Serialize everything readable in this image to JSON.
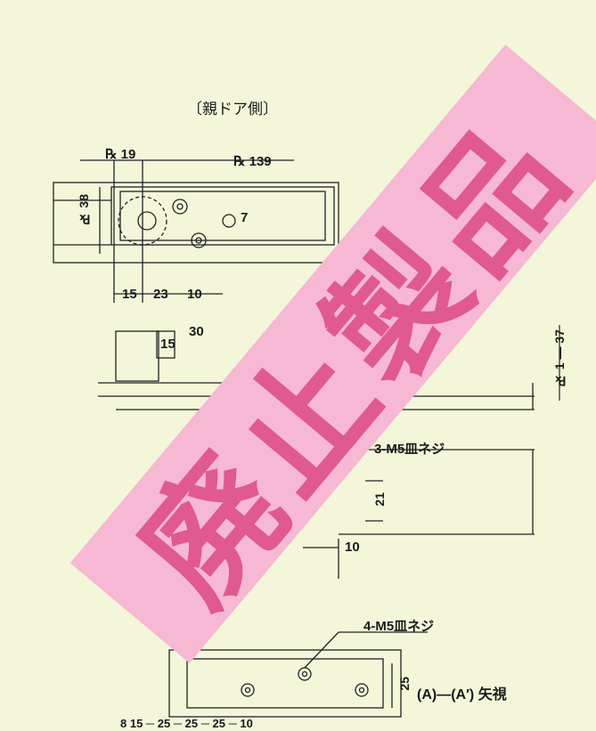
{
  "title": "〔親ドア側〕",
  "dims": {
    "p19": "℞ 19",
    "p139": "℞ 139",
    "p38": "℞ 38",
    "seven": "7",
    "fifteen": "15",
    "twentythree": "23",
    "ten": "10",
    "box15": "15",
    "thirty": "30",
    "screw3": "3-M5皿ネジ",
    "twentyone": "21",
    "ten_b": "10",
    "screw4": "4-M5皿ネジ",
    "twentyfive": "25",
    "p1_37": "℞ 1 — 37",
    "bottom_row": "8 15 ─ 25 ─ 25 ─ 25 ─ 10"
  },
  "view_label": "(A)―(A′) 矢視",
  "stamp": "廃止製品",
  "colors": {
    "background": "#f3f6d9",
    "stamp_fill": "#f6b8d3",
    "stamp_text": "#e05a8e",
    "line": "#222222"
  }
}
